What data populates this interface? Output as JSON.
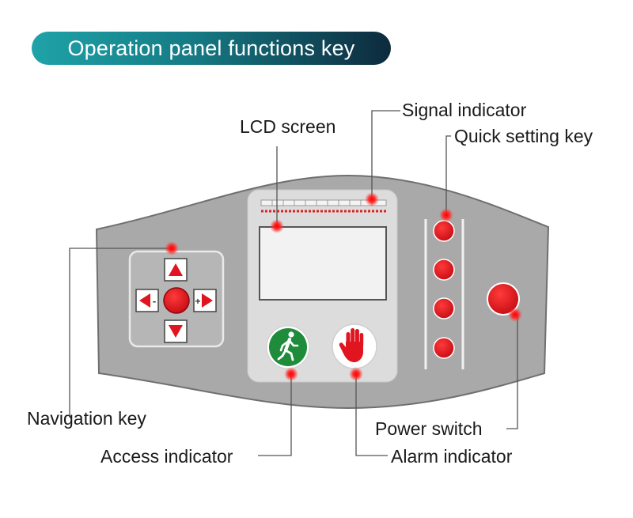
{
  "title": "Operation panel functions key",
  "labels": {
    "lcd_screen": "LCD screen",
    "signal_indicator": "Signal indicator",
    "quick_setting_key": "Quick setting key",
    "navigation_key": "Navigation key",
    "power_switch": "Power switch",
    "access_indicator": "Access indicator",
    "alarm_indicator": "Alarm indicator"
  },
  "nav_symbols": {
    "left_minus": "-",
    "right_plus": "+"
  },
  "icons": [
    "walking-person-icon",
    "stop-hand-icon",
    "up-arrow-icon",
    "down-arrow-icon",
    "left-arrow-icon",
    "right-arrow-icon"
  ],
  "colors": {
    "title_gradient_start": "#1fa3a8",
    "title_gradient_end": "#0d2a3d",
    "panel_gray": "#a9a9a9",
    "button_red": "#e0151f",
    "access_green": "#1e8c3a",
    "marker_red": "#ff1a1a"
  }
}
